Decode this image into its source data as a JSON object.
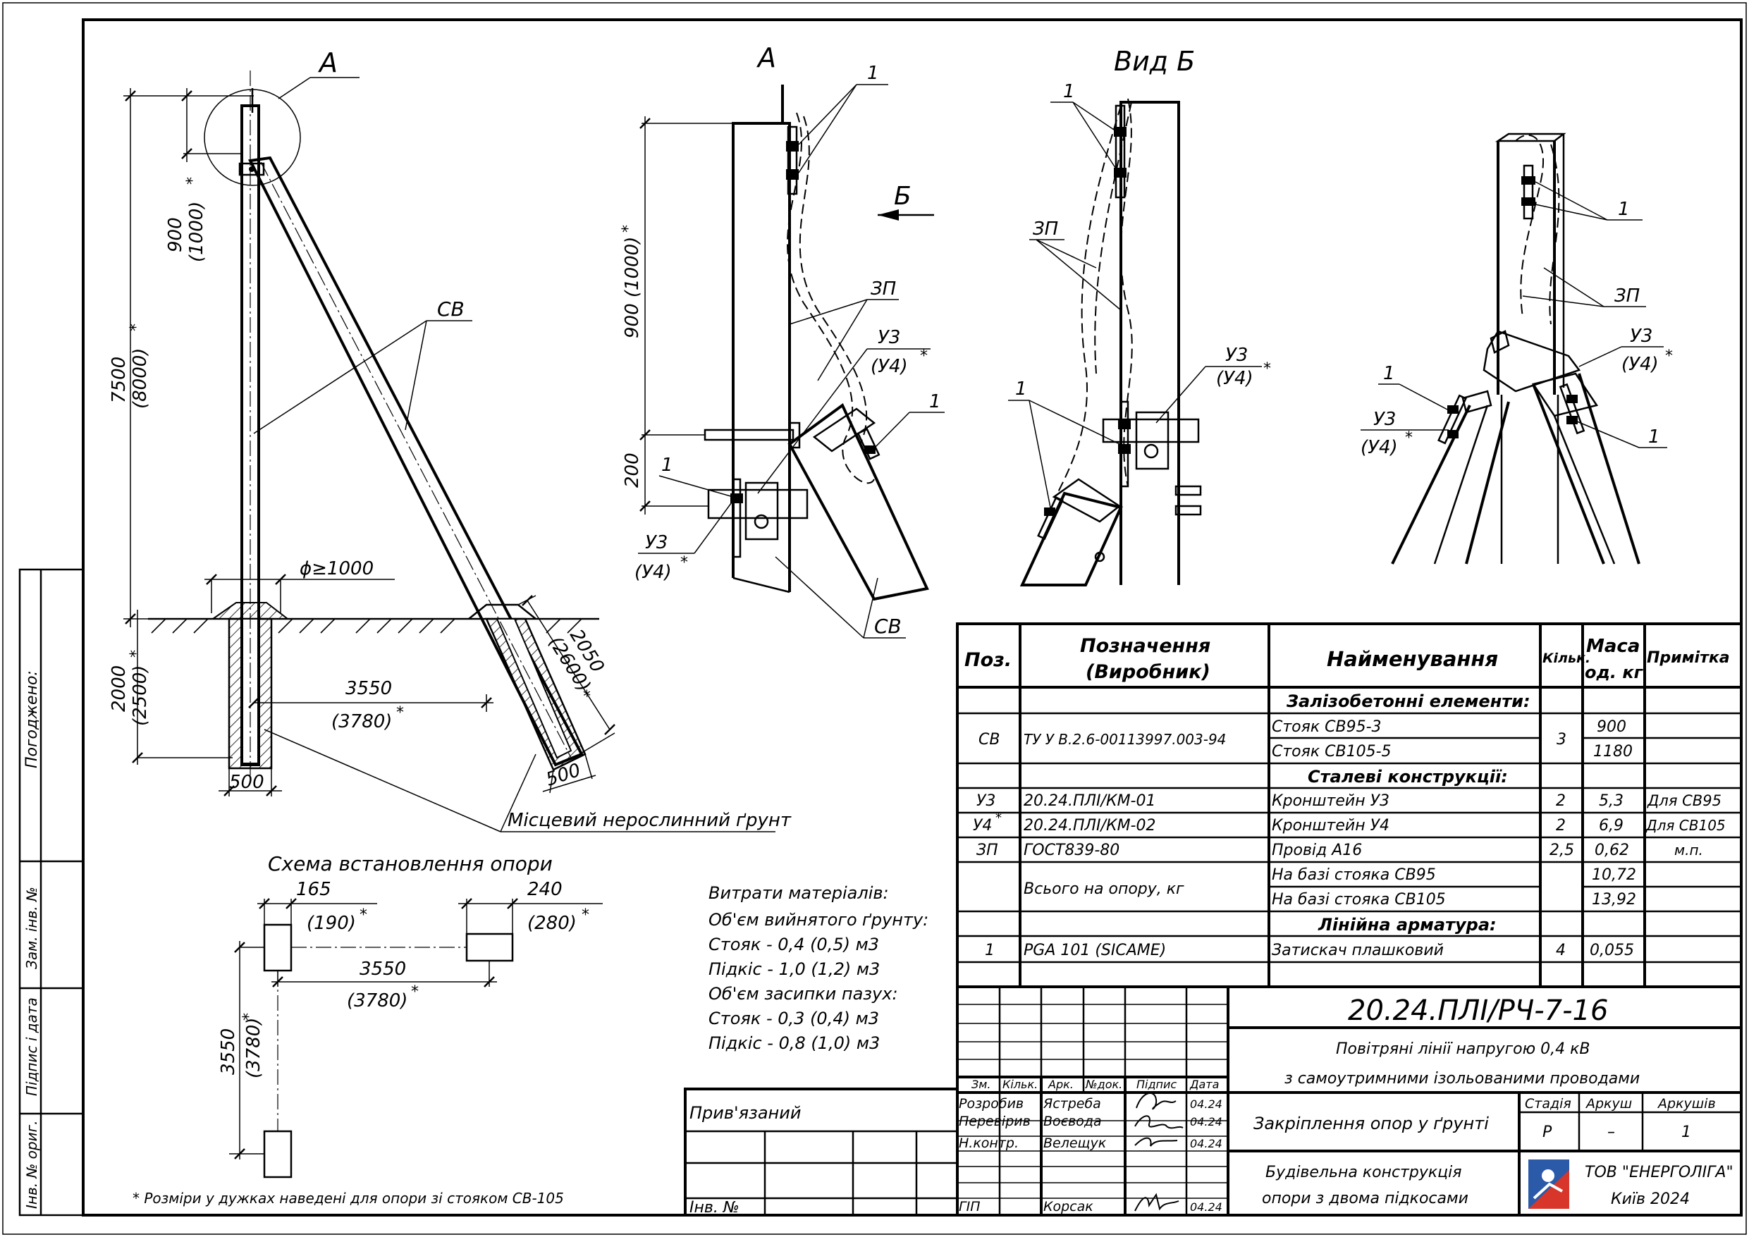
{
  "views": {
    "main_label": "А",
    "detail_a_label": "А",
    "view_b_label": "Вид Б",
    "view_arrow_label": "Б"
  },
  "main_view": {
    "dim_900": "900",
    "dim_900_alt": "(1000)",
    "dim_7500": "7500",
    "dim_7500_alt": "(8000)",
    "dim_2000": "2000",
    "dim_2000_alt": "(2500)",
    "dim_3550": "3550",
    "dim_3550_alt": "(3780)",
    "dim_2050": "2050",
    "dim_2050_alt": "(2600)",
    "dim_500_left": "500",
    "dim_500_right": "500",
    "dim_diameter": "ϕ≥1000",
    "star": "*",
    "label_sv": "СВ",
    "soil_label": "Місцевий нерослинний ґрунт"
  },
  "detail_a": {
    "dim_900": "900 (1000)",
    "dim_200": "200",
    "label_1a": "1",
    "label_1b": "1",
    "label_1c": "1",
    "label_zp": "ЗП",
    "label_u3": "У3",
    "label_u4": "(У4)",
    "label_u3b": "У3",
    "label_u4b": "(У4)",
    "label_sv": "СВ",
    "star": "*"
  },
  "view_b": {
    "label_1a": "1",
    "label_1b": "1",
    "label_zp": "ЗП",
    "label_u3": "У3",
    "label_u4": "(У4)",
    "star": "*"
  },
  "iso_view": {
    "label_1a": "1",
    "label_1b": "1",
    "label_1c": "1",
    "label_zp": "ЗП",
    "label_u3": "У3",
    "label_u4": "(У4)",
    "label_u3b": "У3",
    "label_u4b": "(У4)",
    "star": "*"
  },
  "scheme": {
    "title": "Схема встановлення опори",
    "dim_165": "165",
    "dim_165_alt": "(190)",
    "dim_240": "240",
    "dim_240_alt": "(280)",
    "dim_3550_h": "3550",
    "dim_3550_h_alt": "(3780)",
    "dim_3550_v": "3550",
    "dim_3550_v_alt": "(3780)",
    "star": "*",
    "footnote": "* Розміри у дужках наведені для опори зі стояком СВ-105"
  },
  "materials": {
    "lines": [
      "Витрати матеріалів:",
      "Об'єм вийнятого ґрунту:",
      "Стояк - 0,4 (0,5) м3",
      "Підкіс - 1,0 (1,2) м3",
      "Об'єм засипки пазух:",
      "Стояк - 0,3 (0,4) м3",
      "Підкіс - 0,8 (1,0) м3"
    ]
  },
  "spec_table": {
    "headers": {
      "pos": "Поз.",
      "designation_1": "Позначення",
      "designation_2": "(Виробник)",
      "name": "Найменування",
      "qty": "Кільк.",
      "mass_1": "Маса",
      "mass_2": "од. кг",
      "note": "Примітка"
    },
    "sections": {
      "concrete": "Залізобетонні елементи:",
      "steel": "Сталеві конструкції:",
      "fittings": "Лінійна арматура:"
    },
    "rows": {
      "sv_pos": "СВ",
      "sv_des": "ТУ У В.2.6-00113997.003-94",
      "sv_name1": "Стояк СВ95-3",
      "sv_name2": "Стояк СВ105-5",
      "sv_qty": "3",
      "sv_mass1": "900",
      "sv_mass2": "1180",
      "u3_pos": "У3",
      "u3_des": "20.24.ПЛІ/КМ-01",
      "u3_name": "Кронштейн У3",
      "u3_qty": "2",
      "u3_mass": "5,3",
      "u3_note": "Для СВ95",
      "u4_pos": "У4",
      "u4_star": "*",
      "u4_des": "20.24.ПЛІ/КМ-02",
      "u4_name": "Кронштейн У4",
      "u4_qty": "2",
      "u4_mass": "6,9",
      "u4_note": "Для СВ105",
      "zp_pos": "ЗП",
      "zp_des": "ГОСТ839-80",
      "zp_name": "Провід А16",
      "zp_qty": "2,5",
      "zp_mass": "0,62",
      "zp_note": "м.п.",
      "total_des": "Всього на опору, кг",
      "total_name1": "На базі стояка СВ95",
      "total_mass1": "10,72",
      "total_name2": "На базі стояка СВ105",
      "total_mass2": "13,92",
      "pga_pos": "1",
      "pga_des": "PGA 101  (SICAME)",
      "pga_name": "Затискач плашковий",
      "pga_qty": "4",
      "pga_mass": "0,055"
    }
  },
  "title_block": {
    "code": "20.24.ПЛІ/РЧ-7-16",
    "title1": "Повітряні лінії напругою 0,4 кВ",
    "title2": "з самоутримними ізольованими проводами",
    "sheet_title": "Закріплення опор у ґрунті",
    "doc_title1": "Будівельна конструкція",
    "doc_title2": "опори з двома підкосами",
    "stage_h": "Стадія",
    "sheet_h": "Аркуш",
    "sheets_h": "Аркушів",
    "stage": "Р",
    "sheet": "–",
    "sheets": "1",
    "company1": "ТОВ \"ЕНЕРГОЛІГА\"",
    "company2": "Київ 2024",
    "cols": [
      "Зм.",
      "Кільк.",
      "Арк.",
      "№док.",
      "Підпис",
      "Дата"
    ],
    "roles": [
      "Розробив",
      "Перевірив",
      "Н.контр.",
      "ГІП"
    ],
    "names": [
      "Ястреба",
      "Воєвода",
      "Велещук",
      "Корсак"
    ],
    "dates": [
      "04.24",
      "04.24",
      "04.24",
      "04.24"
    ],
    "bound": "Прив'язаний",
    "inv": "Інв. №"
  },
  "side_stamp": {
    "agreed": "Погоджено:",
    "zam": "Зам. інв. №",
    "sign": "Підпис і дата",
    "inv_orig": "Інв. № ориг."
  }
}
